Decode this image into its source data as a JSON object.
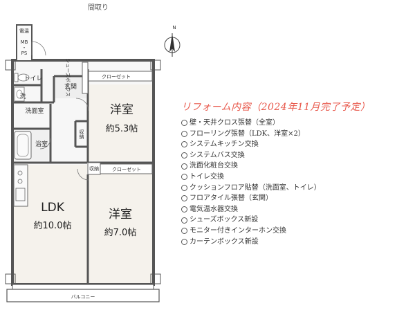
{
  "title": "間取り",
  "rooms": {
    "denki": "電温",
    "mbps_mb": "MB",
    "mbps_dot": "・",
    "mbps_ps": "PS",
    "toilet": "トイレ",
    "genkan": "玄関",
    "sen": "洗",
    "senmenjo": "洗面室",
    "yokushitsu": "浴室",
    "shuno_a": "収納",
    "shuno_b": "収納",
    "closet_a": "クローゼット",
    "closet_b": "クローゼット",
    "shoes_box": "シューズボックス",
    "youshitsu_a_name": "洋室",
    "youshitsu_a_size": "約5.3帖",
    "ldk_name": "LDK",
    "ldk_size": "約10.0帖",
    "youshitsu_b_name": "洋室",
    "youshitsu_b_size": "約7.0帖",
    "balcony": "バルコニー"
  },
  "compass": {
    "north": "N"
  },
  "reform": {
    "title": "リフォーム内容（2024年11月完了予定）",
    "items": [
      "壁・天井クロス張替（全室）",
      "フローリング張替（LDK、洋室×2）",
      "システムキッチン交換",
      "システムバス交換",
      "洗面化粧台交換",
      "トイレ交換",
      "クッションフロア貼替（洗面室、トイレ）",
      "フロアタイル張替（玄関）",
      "電気温水器交換",
      "シューズボックス新設",
      "モニター付きインターホン交換",
      "カーテンボックス新設"
    ]
  }
}
